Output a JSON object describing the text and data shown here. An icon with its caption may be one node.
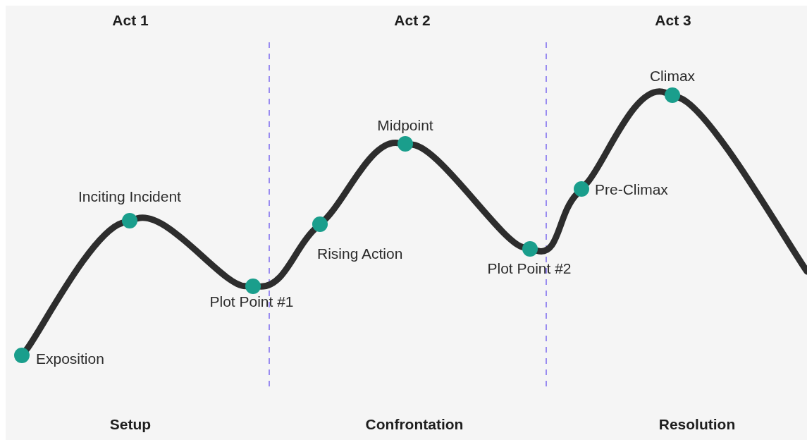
{
  "diagram": {
    "nodes": [
      {
        "text": [],
        "shape": "circle",
        "beside": [
          "Exposition"
        ]
      },
      {
        "text": [],
        "shape": "circle",
        "beside": [
          "Inciting Incident"
        ]
      },
      {
        "text": [],
        "shape": "circle",
        "beside": [
          "Plot Point #1"
        ]
      },
      {
        "text": [],
        "shape": "circle",
        "beside": [
          "Rising Action"
        ]
      },
      {
        "text": [],
        "shape": "circle",
        "beside": [
          "Midpoint"
        ]
      },
      {
        "text": [],
        "shape": "circle",
        "beside": [
          "Plot Point #2"
        ]
      },
      {
        "text": [],
        "shape": "circle",
        "beside": [
          "Pre-Climax"
        ]
      },
      {
        "text": [],
        "shape": "circle",
        "beside": [
          "Climax"
        ]
      }
    ],
    "edges": [
      {
        "from": 0,
        "to": 1,
        "arrow": "none"
      },
      {
        "from": 1,
        "to": 2,
        "arrow": "none"
      },
      {
        "from": 2,
        "to": 3,
        "arrow": "none"
      },
      {
        "from": 3,
        "to": 4,
        "arrow": "none"
      },
      {
        "from": 4,
        "to": 5,
        "arrow": "none"
      },
      {
        "from": 5,
        "to": 6,
        "arrow": "none"
      },
      {
        "from": 6,
        "to": 7,
        "arrow": "none"
      },
      {
        "from": 7,
        "to": null,
        "arrow": "none"
      }
    ],
    "labels": [
      "Act 1",
      "Act 2",
      "Act 3",
      "Setup",
      "Confrontation",
      "Resolution"
    ]
  }
}
